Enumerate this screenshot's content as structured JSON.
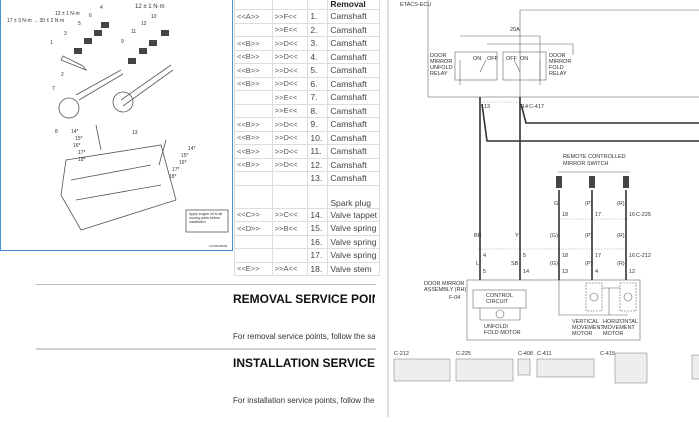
{
  "figure": {
    "torques": [
      "17 ± 3 N·m → 30 ± 2 N·m",
      "12 ± 1 N·m",
      "12 ± 1 N·m"
    ],
    "callouts": [
      "1",
      "2",
      "3",
      "4",
      "5",
      "6",
      "7",
      "8",
      "9",
      "10",
      "11",
      "12",
      "13",
      "14*",
      "15*",
      "16*",
      "17*",
      "18*",
      "14*",
      "15*",
      "16*",
      "17*",
      "18*"
    ],
    "note": "Apply engine oil to all moving parts before installation.",
    "code": "AC000460AR"
  },
  "table": {
    "header": [
      "",
      "",
      "",
      "Removal"
    ],
    "rows": [
      [
        "<<A>>",
        ">>F<<",
        "1.",
        "Camshaft"
      ],
      [
        "",
        ">>E<<",
        "2.",
        "Camshaft"
      ],
      [
        "<<B>>",
        ">>D<<",
        "3.",
        "Camshaft"
      ],
      [
        "<<B>>",
        ">>D<<",
        "4.",
        "Camshaft"
      ],
      [
        "<<B>>",
        ">>D<<",
        "5.",
        "Camshaft"
      ],
      [
        "<<B>>",
        ">>D<<",
        "6.",
        "Camshaft"
      ],
      [
        "",
        ">>E<<",
        "7.",
        "Camshaft"
      ],
      [
        "",
        ">>E<<",
        "8.",
        "Camshaft"
      ],
      [
        "<<B>>",
        ">>D<<",
        "9.",
        "Camshaft"
      ],
      [
        "<<B>>",
        ">>D<<",
        "10.",
        "Camshaft"
      ],
      [
        "<<B>>",
        ">>D<<",
        "11.",
        "Camshaft"
      ],
      [
        "<<B>>",
        ">>D<<",
        "12.",
        "Camshaft"
      ],
      [
        "",
        "",
        "13.",
        "Camshaft"
      ],
      [
        "",
        "",
        "",
        "Spark plug"
      ],
      [
        "<<C>>",
        ">>C<<",
        "14.",
        "Valve tappet"
      ],
      [
        "<<D>>",
        ">>B<<",
        "15.",
        "Valve spring"
      ],
      [
        "",
        "",
        "16.",
        "Valve spring"
      ],
      [
        "",
        "",
        "17.",
        "Valve spring"
      ],
      [
        "<<E>>",
        ">>A<<",
        "18.",
        "Valve stem"
      ]
    ]
  },
  "removal": {
    "heading": "REMOVAL SERVICE POINTS",
    "text": "For removal service points, follow the same steps"
  },
  "installation": {
    "heading": "INSTALLATION SERVICE POINTS",
    "text": "For installation service points, follow the same steps"
  },
  "diagram": {
    "ecu": "ETACS-ECU",
    "fuse": "20A",
    "unfold_relay": [
      "DOOR",
      "MIRROR",
      "UNFOLD",
      "RELAY"
    ],
    "fold_relay": [
      "DOOR",
      "MIRROR",
      "FOLD",
      "RELAY"
    ],
    "on": "ON",
    "off": "OFF",
    "ecu_pins": [
      "13",
      "14",
      "C-417"
    ],
    "switch": [
      "REMOTE CONTROLLED",
      "MIRROR SWITCH"
    ],
    "switch_wires": [
      "G",
      "(P)",
      "(R)"
    ],
    "c225_pins": [
      "18",
      "17",
      "16",
      "C-225"
    ],
    "mid_wires": [
      "BR",
      "Y",
      "(G)",
      "(P)",
      "(R)"
    ],
    "c212_pins": [
      "4",
      "5",
      "18",
      "17",
      "16",
      "C-212"
    ],
    "low_wires": [
      "L",
      "SB",
      "(G)",
      "(P)",
      "(R)"
    ],
    "assembly_pins": [
      "5",
      "14",
      "13",
      "4",
      "12"
    ],
    "assembly": [
      "DOOR MIRROR",
      "ASSEMBLY (RH)",
      "F-04"
    ],
    "control": [
      "CONTROL",
      "CIRCUIT"
    ],
    "fold_motor": [
      "UNFOLD/",
      "FOLD MOTOR"
    ],
    "vertical_motor": [
      "VERTICAL",
      "MOVEMENT",
      "MOTOR"
    ],
    "horizontal_motor": [
      "HORIZONTAL",
      "MOVEMENT",
      "MOTOR"
    ],
    "connectors": [
      "C-212",
      "C-225",
      "C-408",
      "C-411",
      "C-415"
    ]
  }
}
